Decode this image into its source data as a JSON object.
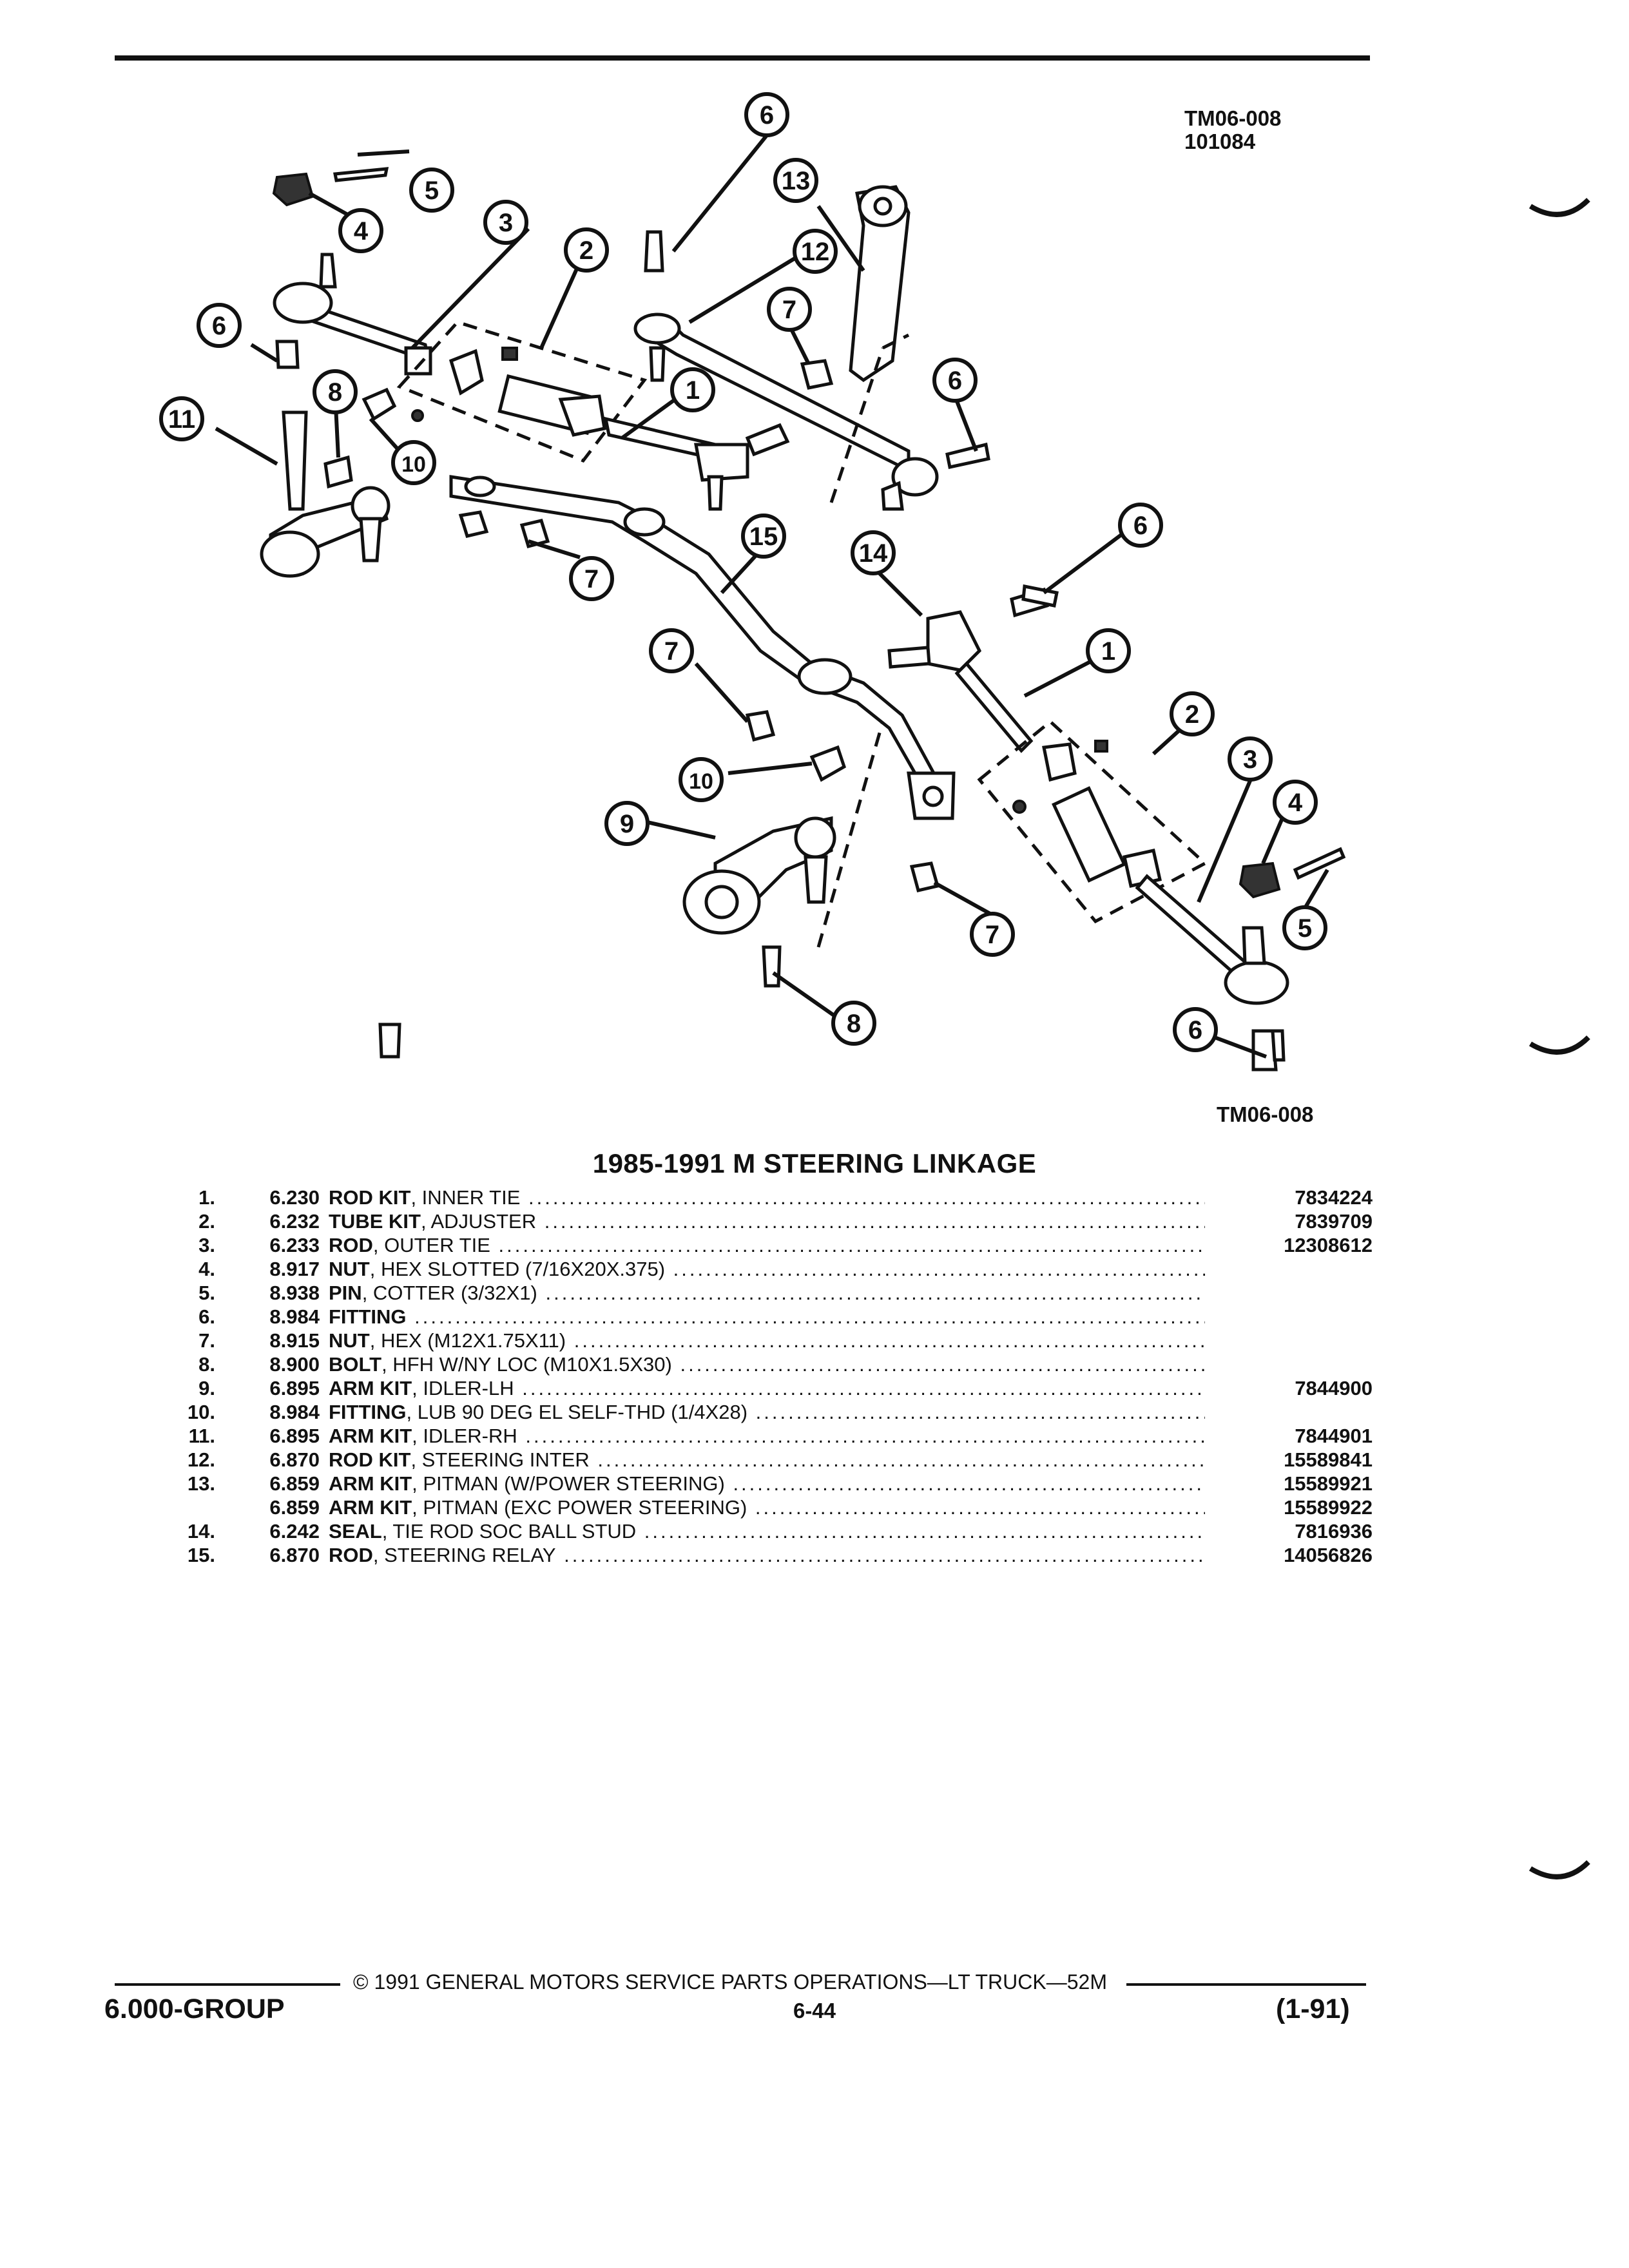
{
  "header": {
    "figure_ref_top": "TM06-008",
    "figure_code": "101084"
  },
  "diagram": {
    "figure_ref_bottom": "TM06-008",
    "callouts": [
      "1",
      "2",
      "3",
      "4",
      "5",
      "6",
      "7",
      "8",
      "9",
      "10",
      "11",
      "12",
      "13",
      "14",
      "15"
    ]
  },
  "parts_list": {
    "title": "1985-1991 M STEERING LINKAGE",
    "items": [
      {
        "num": "1.",
        "group": "6.230",
        "name": "ROD KIT",
        "detail": ", INNER TIE",
        "part_number": "7834224"
      },
      {
        "num": "2.",
        "group": "6.232",
        "name": "TUBE KIT",
        "detail": ", ADJUSTER",
        "part_number": "7839709"
      },
      {
        "num": "3.",
        "group": "6.233",
        "name": "ROD",
        "detail": ", OUTER TIE",
        "part_number": "12308612"
      },
      {
        "num": "4.",
        "group": "8.917",
        "name": "NUT",
        "detail": ", HEX SLOTTED (7/16X20X.375)",
        "part_number": ""
      },
      {
        "num": "5.",
        "group": "8.938",
        "name": "PIN",
        "detail": ", COTTER (3/32X1)",
        "part_number": ""
      },
      {
        "num": "6.",
        "group": "8.984",
        "name": "FITTING",
        "detail": "",
        "part_number": ""
      },
      {
        "num": "7.",
        "group": "8.915",
        "name": "NUT",
        "detail": ", HEX (M12X1.75X11)",
        "part_number": ""
      },
      {
        "num": "8.",
        "group": "8.900",
        "name": "BOLT",
        "detail": ", HFH W/NY LOC (M10X1.5X30)",
        "part_number": ""
      },
      {
        "num": "9.",
        "group": "6.895",
        "name": "ARM KIT",
        "detail": ", IDLER-LH",
        "part_number": "7844900"
      },
      {
        "num": "10.",
        "group": "8.984",
        "name": "FITTING",
        "detail": ", LUB 90 DEG EL SELF-THD (1/4X28)",
        "part_number": ""
      },
      {
        "num": "11.",
        "group": "6.895",
        "name": "ARM KIT",
        "detail": ", IDLER-RH",
        "part_number": "7844901"
      },
      {
        "num": "12.",
        "group": "6.870",
        "name": "ROD KIT",
        "detail": ", STEERING INTER",
        "part_number": "15589841"
      },
      {
        "num": "13.",
        "group": "6.859",
        "name": "ARM KIT",
        "detail": ", PITMAN (W/POWER STEERING)",
        "part_number": "15589921"
      },
      {
        "num": "",
        "group": "6.859",
        "name": "ARM KIT",
        "detail": ", PITMAN (EXC POWER STEERING)",
        "part_number": "15589922"
      },
      {
        "num": "14.",
        "group": "6.242",
        "name": "SEAL",
        "detail": ", TIE ROD SOC BALL STUD",
        "part_number": "7816936"
      },
      {
        "num": "15.",
        "group": "6.870",
        "name": "ROD",
        "detail": ", STEERING RELAY",
        "part_number": "14056826"
      }
    ]
  },
  "footer": {
    "copyright": "© 1991 GENERAL MOTORS SERVICE PARTS OPERATIONS—LT TRUCK—52M",
    "group_label": "6.000-GROUP",
    "page_number": "6-44",
    "revision": "(1-91)"
  }
}
